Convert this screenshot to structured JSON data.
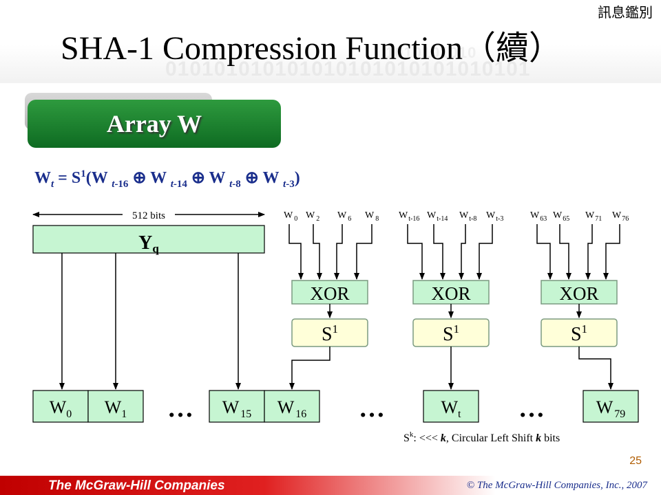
{
  "header": {
    "corner_label": "訊息鑑別",
    "title": "SHA-1 Compression Function（續）",
    "binary_pattern_1": "1010101010",
    "binary_pattern_2": "010101010101010101010101010101"
  },
  "tab": {
    "label": "Array W"
  },
  "formula": {
    "w": "W",
    "t": "t",
    "eq": " = S",
    "s1": "1",
    "open": "(W ",
    "i1": "t",
    "o1": "-16",
    "xor1": " ⊕ W ",
    "i2": "t",
    "o2": "-14",
    "xor2": " ⊕ W ",
    "i3": "t",
    "o3": "-8",
    "xor3": " ⊕ W ",
    "i4": "t",
    "o4": "-3",
    "close": ")"
  },
  "diagram": {
    "bits_label": "512 bits",
    "yq": {
      "main": "Y",
      "sub": "q"
    },
    "xor_label": "XOR",
    "s_label": "S",
    "s_sup": "1",
    "ellipsis": "…",
    "inputs": [
      {
        "main": "W",
        "sub": "0"
      },
      {
        "main": "W",
        "sub": "2"
      },
      {
        "main": "W",
        "sub": "6"
      },
      {
        "main": "W",
        "sub": "8"
      },
      {
        "main": "W",
        "sub": "t-16"
      },
      {
        "main": "W",
        "sub": "t-14"
      },
      {
        "main": "W",
        "sub": "t-8"
      },
      {
        "main": "W",
        "sub": "t-3"
      },
      {
        "main": "W",
        "sub": "63"
      },
      {
        "main": "W",
        "sub": "65"
      },
      {
        "main": "W",
        "sub": "71"
      },
      {
        "main": "W",
        "sub": "76"
      }
    ],
    "cells": [
      {
        "main": "W",
        "sub": "0"
      },
      {
        "main": "W",
        "sub": "1"
      },
      {
        "main": "W",
        "sub": "15"
      },
      {
        "main": "W",
        "sub": "16"
      },
      {
        "main": "W",
        "sub": "t"
      },
      {
        "main": "W",
        "sub": "79"
      }
    ],
    "note": {
      "s": "S",
      "k": "k",
      "text": ": <<< ",
      "k2": "k",
      "text2": ", Circular Left Shift ",
      "k3": "k",
      "text3": " bits"
    }
  },
  "page_number": "25",
  "footer": {
    "logo": "The McGraw-Hill Companies",
    "copyright": "© The McGraw-Hill Companies, Inc., 2007"
  },
  "colors": {
    "box_fill": "#c6f5d2",
    "box_fill_light": "#ffffd9",
    "line": "#000000",
    "title_blue": "#1a2e8c",
    "tab_green": "#0e6b22"
  }
}
